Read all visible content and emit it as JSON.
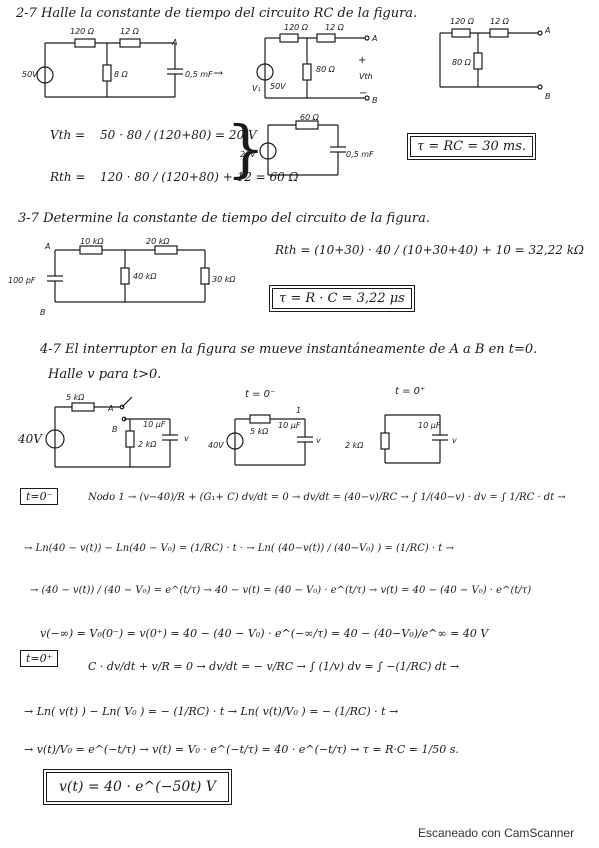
{
  "p27": {
    "title": "2-7 Halle la constante de tiempo del circuito RC de la figura.",
    "c1": {
      "r1": "120 Ω",
      "r2": "12 Ω",
      "r3": "8 Ω",
      "src": "50V",
      "cap": "0,5 mF",
      "node": "A"
    },
    "c2": {
      "r1": "120 Ω",
      "r2": "12 Ω",
      "r3": "80 Ω",
      "src": "50V",
      "v": "V₁",
      "vth": "Vth",
      "plus": "+",
      "minus": "−",
      "a": "A",
      "b": "B"
    },
    "c3": {
      "r1": "120 Ω",
      "r2": "12 Ω",
      "r3": "80 Ω",
      "a": "A",
      "b": "B"
    },
    "vth_lhs": "Vth =",
    "vth_rhs": "50 · 80 / (120+80) = 20 V",
    "rth_lhs": "Rth =",
    "rth_rhs": "120 · 80 / (120+80) + 12 = 60 Ω",
    "c4": {
      "r": "60 Ω",
      "src": "20V",
      "cap": "0,5 mF"
    },
    "result": "τ = RC = 30 ms."
  },
  "p37": {
    "title": "3-7 Determine la constante de tiempo del circuito de la figura.",
    "c": {
      "r1": "10 kΩ",
      "r2": "20 kΩ",
      "r3": "40 kΩ",
      "r4": "30 kΩ",
      "cap": "100 pF",
      "a": "A",
      "b": "B"
    },
    "rth": "Rth = (10+30) · 40 / (10+30+40) + 10 = 32,22 kΩ",
    "result": "τ = R · C = 3,22 μs"
  },
  "p47": {
    "title1": "4-7 El interruptor en la figura se mueve instantáneamente de A a B en t=0.",
    "title2": "Halle v para t>0.",
    "c1": {
      "r1": "5 kΩ",
      "r2": "2 kΩ",
      "cap": "10 μF",
      "src": "40V",
      "a": "A",
      "b": "B",
      "v": "v"
    },
    "c2": {
      "t": "t = 0⁻",
      "r": "5 kΩ",
      "cap": "10 μF",
      "src": "40V",
      "node": "1",
      "v": "v"
    },
    "c3": {
      "t": "t = 0⁺",
      "r": "2 kΩ",
      "cap": "10 μF",
      "v": "v"
    },
    "case1": "t=0⁻",
    "l1": "Nodo 1 → (v−40)/R + (G₁+ C) dv/dt = 0 → dv/dt = (40−v)/RC → ∫ 1/(40−v) · dv = ∫ 1/RC · dt →",
    "l2": "→ Ln(40 − v(t)) − Ln(40 − V₀) = (1/RC) · t · → Ln( (40−v(t)) / (40−V₀) ) = (1/RC) · t →",
    "l3": "→ (40 − v(t)) / (40 − V₀) = e^(t/τ) → 40 − v(t) = (40 − V₀) · e^(t/τ) → v(t) = 40 − (40 − V₀) · e^(t/τ)",
    "l4": "v(−∞) = V₀(0⁻) = v(0⁺) = 40 − (40 − V₀) · e^(−∞/τ) = 40 − (40−V₀)/e^∞ = 40 V",
    "case2": "t=0⁺",
    "l5": "C · dv/dt + v/R = 0 → dv/dt = − v/RC → ∫ (1/v) dv = ∫ −(1/RC) dt →",
    "l6": "→ Ln( v(t) ) − Ln( V₀ ) = − (1/RC) · t → Ln( v(t)/V₀ ) = − (1/RC) · t →",
    "l7": "→ v(t)/V₀ = e^(−t/τ) → v(t) = V₀ · e^(−t/τ) = 40 · e^(−t/τ) → τ = R·C = 1/50 s.",
    "result": "v(t) = 40 · e^(−50t) V"
  },
  "footer": "Escaneado con CamScanner"
}
